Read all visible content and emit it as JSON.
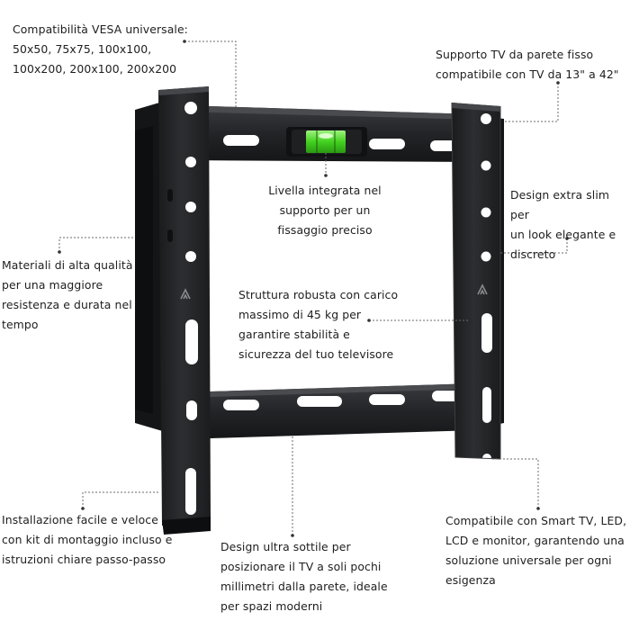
{
  "callouts": {
    "vesa": "Compatibilità VESA universale:\n50x50, 75x75, 100x100,\n100x200, 200x100, 200x200",
    "fixed_mount": "Supporto TV da parete fisso\ncompatibile con TV da 13\" a 42\"",
    "level": "Livella integrata nel\nsupporto per un\nfissaggio preciso",
    "slim": "Design extra slim per\nun look elegante e\ndiscreto",
    "materials": "Materiali di alta qualità\nper una maggiore\nresistenza e durata nel\ntempo",
    "structure": "Struttura robusta con carico\nmassimo di 45 kg per\ngarantire stabilità e\nsicurezza del tuo televisore",
    "install": "Installazione facile e veloce\ncon kit di montaggio incluso e\nistruzioni chiare passo-passo",
    "compatible": "Compatibile con Smart TV, LED,\nLCD e monitor, garantendo una\nsoluzione universale per ogni\nesigenza",
    "thin_design": "Design ultra sottile per\nposizionare il TV a soli pochi\nmillimetri dalla parete, ideale\nper spazi moderni"
  },
  "colors": {
    "metal_dark": "#17181a",
    "metal_face": "#2a2b2e",
    "metal_edge": "#3c3d41",
    "hole": "#ffffff",
    "level_green": "#4bd82a",
    "leader": "#6b6b6b"
  },
  "icons": {
    "brand_logo": "chevron-a-logo",
    "bubble_level": "bubble-level-icon"
  }
}
